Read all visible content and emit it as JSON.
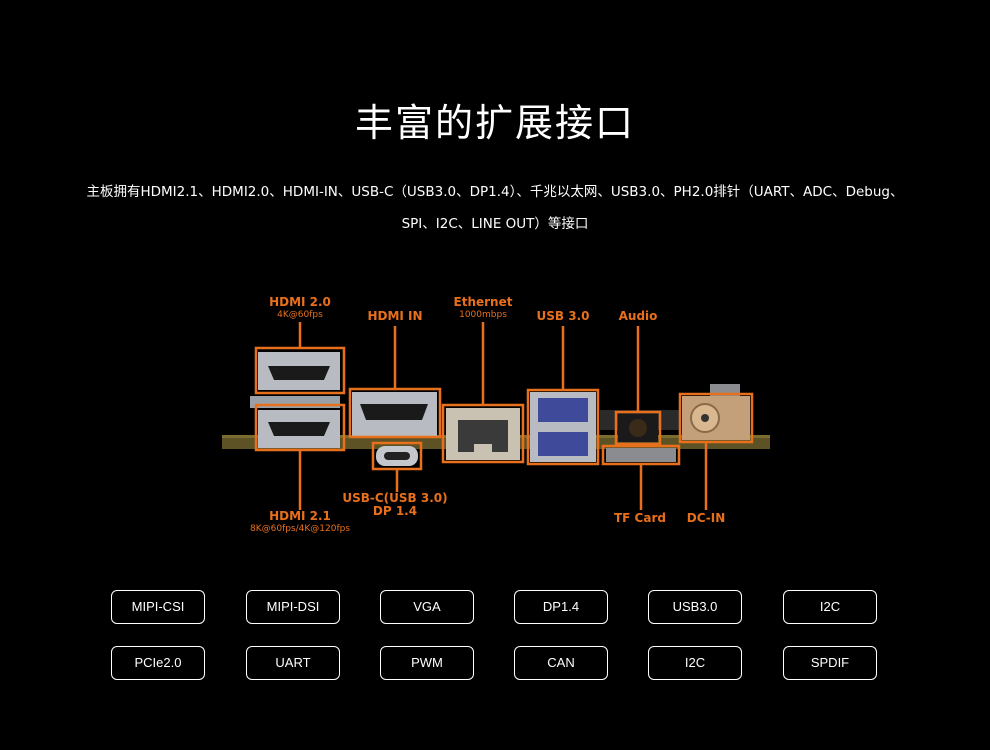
{
  "title": "丰富的扩展接口",
  "description": {
    "line1": "主板拥有HDMI2.1、HDMI2.0、HDMI-IN、USB-C（USB3.0、DP1.4）、千兆以太网、USB3.0、PH2.0排针（UART、ADC、Debug、",
    "line2": "SPI、I2C、LINE OUT）等接口"
  },
  "colors": {
    "accent": "#e8701c",
    "background": "#000000",
    "text": "#ffffff"
  },
  "ports": {
    "hdmi20": {
      "label": "HDMI 2.0",
      "sub": "4K@60fps"
    },
    "hdmi_in": {
      "label": "HDMI IN"
    },
    "ethernet": {
      "label": "Ethernet",
      "sub": "1000mbps"
    },
    "usb30": {
      "label": "USB 3.0"
    },
    "audio": {
      "label": "Audio"
    },
    "hdmi21": {
      "label": "HDMI 2.1",
      "sub": "8K@60fps/4K@120fps"
    },
    "usbc": {
      "label": "USB-C(USB 3.0)",
      "sub": "DP 1.4"
    },
    "tf_card": {
      "label": "TF Card"
    },
    "dc_in": {
      "label": "DC-IN"
    }
  },
  "interfaces": {
    "row1": [
      "MIPI-CSI",
      "MIPI-DSI",
      "VGA",
      "DP1.4",
      "USB3.0",
      "I2C"
    ],
    "row2": [
      "PCIe2.0",
      "UART",
      "PWM",
      "CAN",
      "I2C",
      "SPDIF"
    ]
  }
}
